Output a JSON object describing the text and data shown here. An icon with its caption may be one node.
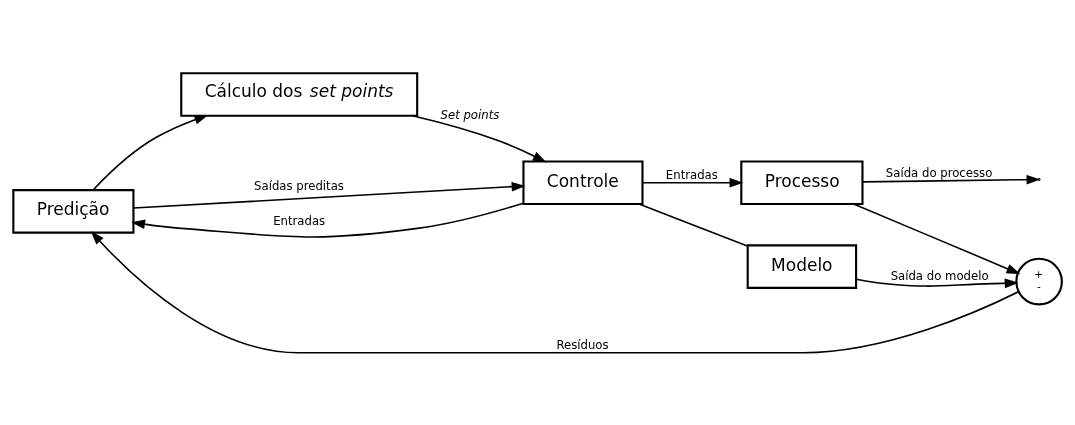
{
  "diagram": {
    "nodes": [
      {
        "text": [
          "Predição"
        ]
      },
      {
        "text": [
          "Cálculo dos *set points*"
        ]
      },
      {
        "text": [
          "Controle"
        ]
      },
      {
        "text": [
          "Processo"
        ]
      },
      {
        "text": [
          "Modelo"
        ]
      },
      {
        "text": [
          "+",
          "-"
        ]
      }
    ],
    "edges": [
      {
        "from": 0,
        "to": 1,
        "arrow": "to"
      },
      {
        "from": 0,
        "to": 2,
        "label": "Saídas preditas",
        "arrow": "to"
      },
      {
        "from": 1,
        "to": 2,
        "label": "*Set points*",
        "arrow": "to"
      },
      {
        "from": 2,
        "to": 3,
        "label": "Entradas",
        "arrow": "to"
      },
      {
        "from": 2,
        "to": 0,
        "label": "Entradas",
        "arrow": "to"
      },
      {
        "from": 2,
        "to": 4,
        "arrow": "none"
      },
      {
        "from": 3,
        "to": null,
        "label": "Saída do processo",
        "arrow": "to"
      },
      {
        "from": 3,
        "to": 5,
        "arrow": "to"
      },
      {
        "from": 4,
        "to": 5,
        "label": "Saída do modelo",
        "arrow": "to"
      },
      {
        "from": 5,
        "to": 0,
        "label": "Resíduos",
        "arrow": "to"
      }
    ]
  }
}
